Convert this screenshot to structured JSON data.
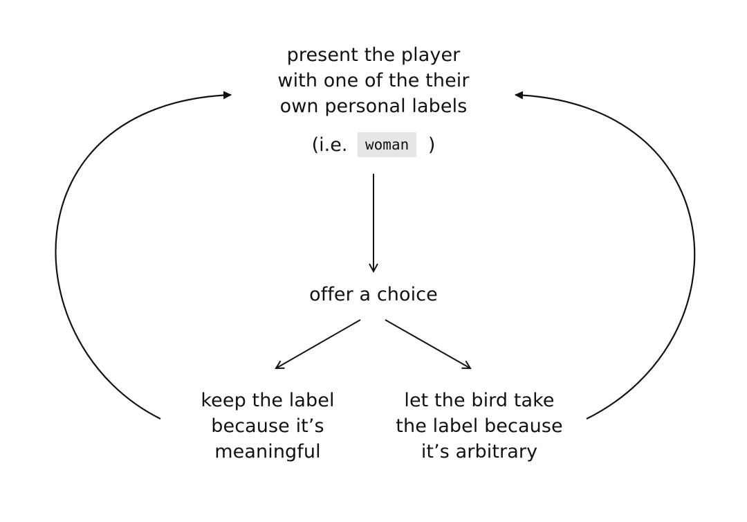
{
  "diagram": {
    "top_node": {
      "lines": [
        "present the player",
        "with one of the their",
        "own personal labels"
      ]
    },
    "example": {
      "prefix": "(i.e.",
      "label": "woman",
      "suffix": ")"
    },
    "choice_node": {
      "text": "offer a choice"
    },
    "option_keep": {
      "lines": [
        "keep the label",
        "because it’s",
        "meaningful"
      ]
    },
    "option_bird": {
      "lines": [
        "let the bird take",
        "the label because",
        "it’s arbitrary"
      ]
    },
    "colors": {
      "stroke": "#111111",
      "chip_background": "#e6e6e6",
      "background": "#ffffff"
    }
  }
}
